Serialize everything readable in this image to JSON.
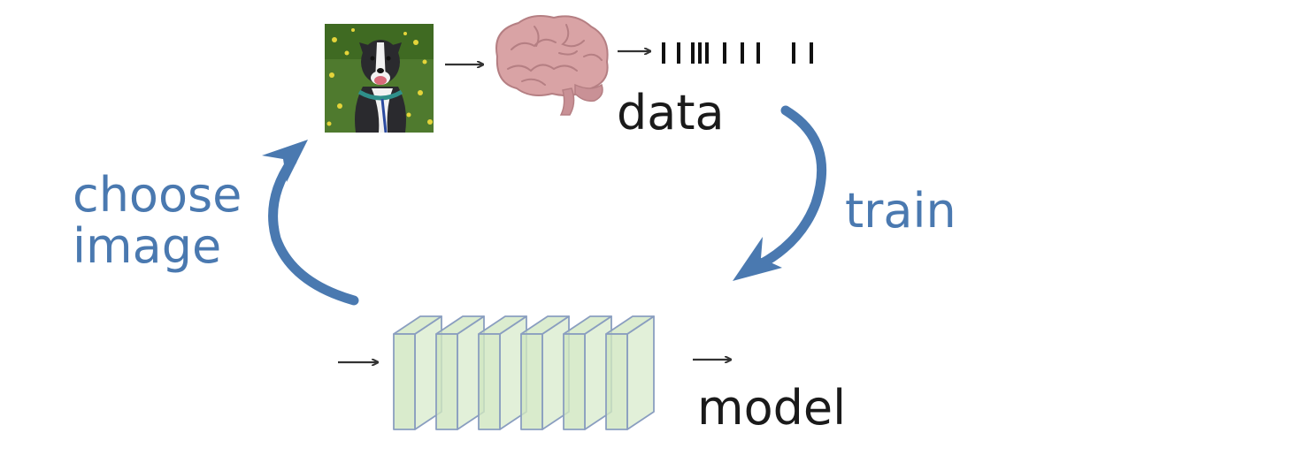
{
  "labels": {
    "data": "data",
    "train": "train",
    "model": "model",
    "choose_line1": "choose",
    "choose_line2": "image"
  },
  "colors": {
    "accent_blue": "#4a79b0",
    "text_dark": "#1a1a1a",
    "arrow_gray": "#333333",
    "layer_fill": "#cfe6bf",
    "layer_stroke": "#8a9ec0",
    "brain_pink": "#d9a3a5",
    "grass_green": "#4f7a2e"
  },
  "icons": {
    "stimulus": "dog-photo-icon",
    "brain": "brain-icon",
    "responses": "neural-response-bars-icon",
    "network": "neural-network-layers-icon"
  }
}
